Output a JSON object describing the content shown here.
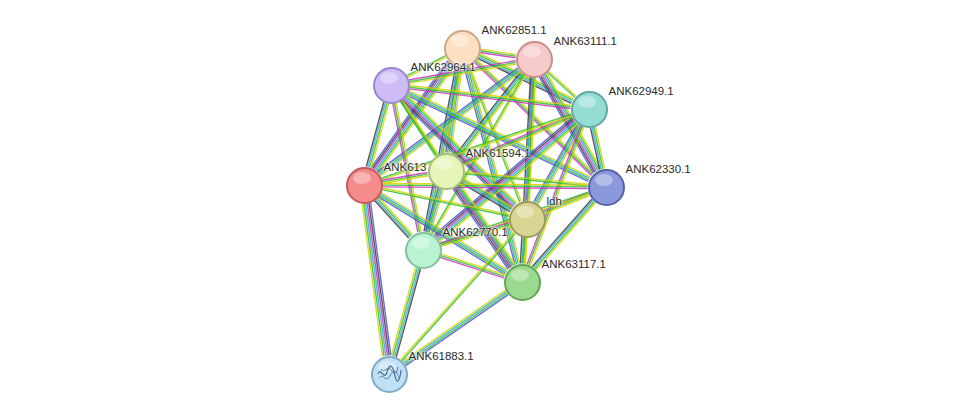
{
  "diagram": {
    "nodes": [
      {
        "text": [
          "ANK62851.1"
        ]
      },
      {
        "text": [
          "ANK63111.1"
        ]
      },
      {
        "text": [
          "ANK62964.1"
        ]
      },
      {
        "text": [
          "ANK62949.1"
        ]
      },
      {
        "text": [
          "ANK61594.1"
        ]
      },
      {
        "text": [
          "ANK613"
        ]
      },
      {
        "text": [
          "ANK62330.1"
        ]
      },
      {
        "text": [
          "ldh"
        ]
      },
      {
        "text": [
          "ANK62770.1"
        ]
      },
      {
        "text": [
          "ANK63117.1"
        ]
      },
      {
        "text": [
          "ANK61883.1"
        ]
      }
    ],
    "edges": [
      {
        "from": 0,
        "to": 1,
        "arrow": "none"
      },
      {
        "from": 0,
        "to": 2,
        "arrow": "none"
      },
      {
        "from": 0,
        "to": 3,
        "arrow": "none"
      },
      {
        "from": 0,
        "to": 4,
        "arrow": "none"
      },
      {
        "from": 0,
        "to": 5,
        "arrow": "none"
      },
      {
        "from": 0,
        "to": 6,
        "arrow": "none"
      },
      {
        "from": 0,
        "to": 7,
        "arrow": "none"
      },
      {
        "from": 0,
        "to": 8,
        "arrow": "none"
      },
      {
        "from": 0,
        "to": 9,
        "arrow": "none"
      },
      {
        "from": 1,
        "to": 2,
        "arrow": "none"
      },
      {
        "from": 1,
        "to": 3,
        "arrow": "none"
      },
      {
        "from": 1,
        "to": 4,
        "arrow": "none"
      },
      {
        "from": 1,
        "to": 5,
        "arrow": "none"
      },
      {
        "from": 1,
        "to": 6,
        "arrow": "none"
      },
      {
        "from": 1,
        "to": 7,
        "arrow": "none"
      },
      {
        "from": 1,
        "to": 8,
        "arrow": "none"
      },
      {
        "from": 1,
        "to": 9,
        "arrow": "none"
      },
      {
        "from": 2,
        "to": 3,
        "arrow": "none"
      },
      {
        "from": 2,
        "to": 4,
        "arrow": "none"
      },
      {
        "from": 2,
        "to": 5,
        "arrow": "none"
      },
      {
        "from": 2,
        "to": 6,
        "arrow": "none"
      },
      {
        "from": 2,
        "to": 7,
        "arrow": "none"
      },
      {
        "from": 2,
        "to": 8,
        "arrow": "none"
      },
      {
        "from": 2,
        "to": 9,
        "arrow": "none"
      },
      {
        "from": 3,
        "to": 4,
        "arrow": "none"
      },
      {
        "from": 3,
        "to": 5,
        "arrow": "none"
      },
      {
        "from": 3,
        "to": 6,
        "arrow": "none"
      },
      {
        "from": 3,
        "to": 7,
        "arrow": "none"
      },
      {
        "from": 3,
        "to": 8,
        "arrow": "none"
      },
      {
        "from": 3,
        "to": 9,
        "arrow": "none"
      },
      {
        "from": 4,
        "to": 5,
        "arrow": "none"
      },
      {
        "from": 4,
        "to": 6,
        "arrow": "none"
      },
      {
        "from": 4,
        "to": 7,
        "arrow": "none"
      },
      {
        "from": 4,
        "to": 8,
        "arrow": "none"
      },
      {
        "from": 4,
        "to": 9,
        "arrow": "none"
      },
      {
        "from": 5,
        "to": 6,
        "arrow": "none"
      },
      {
        "from": 5,
        "to": 7,
        "arrow": "none"
      },
      {
        "from": 5,
        "to": 8,
        "arrow": "none"
      },
      {
        "from": 5,
        "to": 9,
        "arrow": "none"
      },
      {
        "from": 6,
        "to": 7,
        "arrow": "none"
      },
      {
        "from": 6,
        "to": 8,
        "arrow": "none"
      },
      {
        "from": 6,
        "to": 9,
        "arrow": "none"
      },
      {
        "from": 7,
        "to": 8,
        "arrow": "none"
      },
      {
        "from": 7,
        "to": 9,
        "arrow": "none"
      },
      {
        "from": 8,
        "to": 9,
        "arrow": "none"
      },
      {
        "from": 10,
        "to": 5,
        "arrow": "none"
      },
      {
        "from": 10,
        "to": 8,
        "arrow": "none"
      },
      {
        "from": 10,
        "to": 9,
        "arrow": "none"
      },
      {
        "from": 10,
        "to": 7,
        "arrow": "none"
      }
    ]
  }
}
